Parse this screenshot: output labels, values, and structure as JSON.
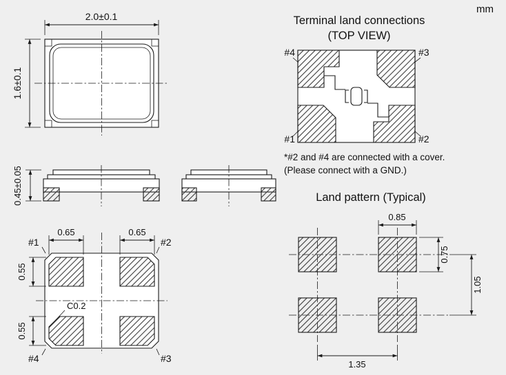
{
  "unit_label": "mm",
  "colors": {
    "ink": "#1a1a1a",
    "background": "#efefef"
  },
  "top_view": {
    "width_dim": "2.0±0.1",
    "height_dim": "1.6±0.1"
  },
  "side_view": {
    "height_dim": "0.45±0.05"
  },
  "bottom_view": {
    "labels": {
      "p1": "#1",
      "p2": "#2",
      "p3": "#3",
      "p4": "#4"
    },
    "pad_width_left": "0.65",
    "pad_width_right": "0.65",
    "pad_height_top": "0.55",
    "pad_height_bottom": "0.55",
    "chamfer": "C0.2"
  },
  "terminal_land": {
    "title": "Terminal land connections",
    "subtitle": "(TOP VIEW)",
    "labels": {
      "p1": "#1",
      "p2": "#2",
      "p3": "#3",
      "p4": "#4"
    },
    "note_line1": "*#2 and #4 are connected with a cover.",
    "note_line2": "(Please connect with a GND.)"
  },
  "land_pattern": {
    "title": "Land pattern (Typical)",
    "pad_width": "0.85",
    "pad_height": "0.75",
    "pitch_vertical": "1.05",
    "pitch_horizontal": "1.35"
  }
}
